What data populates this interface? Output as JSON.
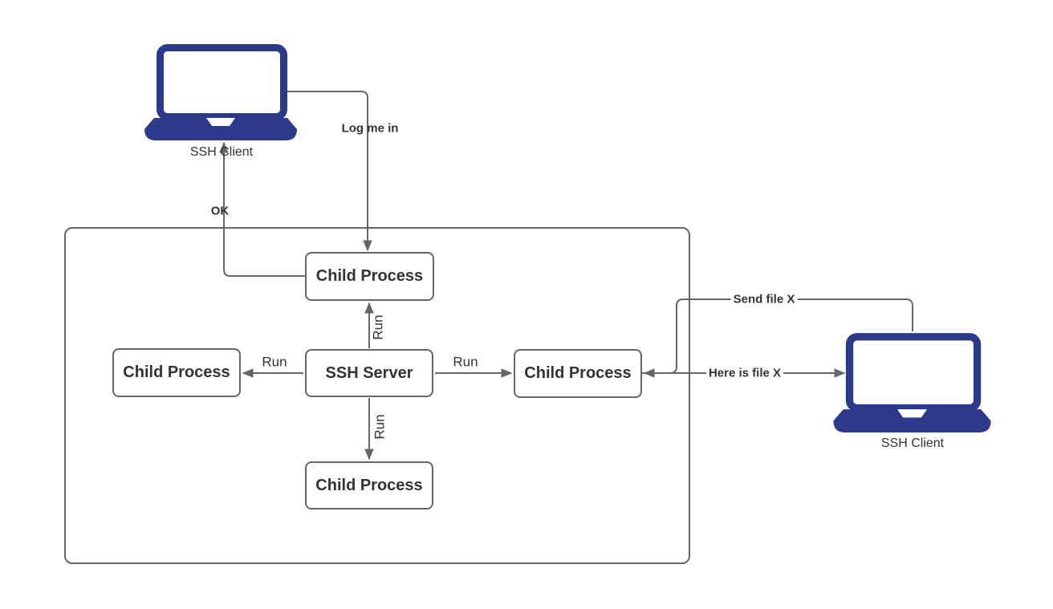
{
  "colors": {
    "laptop": "#2d3a8c",
    "line": "#666666",
    "text": "#333333"
  },
  "nodes": {
    "client_left": {
      "label": "SSH Client"
    },
    "client_right": {
      "label": "SSH Client"
    },
    "server": {
      "label": "SSH Server"
    },
    "child_top": {
      "label": "Child Process"
    },
    "child_left": {
      "label": "Child Process"
    },
    "child_right": {
      "label": "Child Process"
    },
    "child_bottom": {
      "label": "Child Process"
    }
  },
  "edges": {
    "log_me_in": {
      "label": "Log me in"
    },
    "ok": {
      "label": "OK"
    },
    "run_top": {
      "label": "Run"
    },
    "run_left": {
      "label": "Run"
    },
    "run_right": {
      "label": "Run"
    },
    "run_bottom": {
      "label": "Run"
    },
    "send_file": {
      "label": "Send file X"
    },
    "here_is_file": {
      "label": "Here is file X"
    }
  }
}
